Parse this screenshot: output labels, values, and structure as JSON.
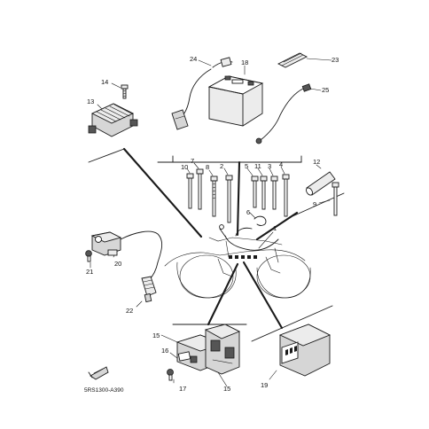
{
  "diagram": {
    "drawing_code": "5RS1300-A390",
    "callouts": {
      "c1": "1",
      "c2": "2",
      "c3": "3",
      "c4": "4",
      "c5": "5",
      "c6": "6",
      "c7": "7",
      "c8": "8",
      "c9": "9",
      "c10": "10",
      "c11": "11",
      "c12": "12",
      "c13": "13",
      "c14": "14",
      "c15a": "15",
      "c15b": "15",
      "c16": "16",
      "c17": "17",
      "c18": "18",
      "c19": "19",
      "c20": "20",
      "c21": "21",
      "c22": "22",
      "c23": "23",
      "c24": "24",
      "c25": "25"
    },
    "colors": {
      "ink": "#1a1a1a",
      "shade": "#d6d6d6",
      "paper": "#ffffff"
    }
  }
}
